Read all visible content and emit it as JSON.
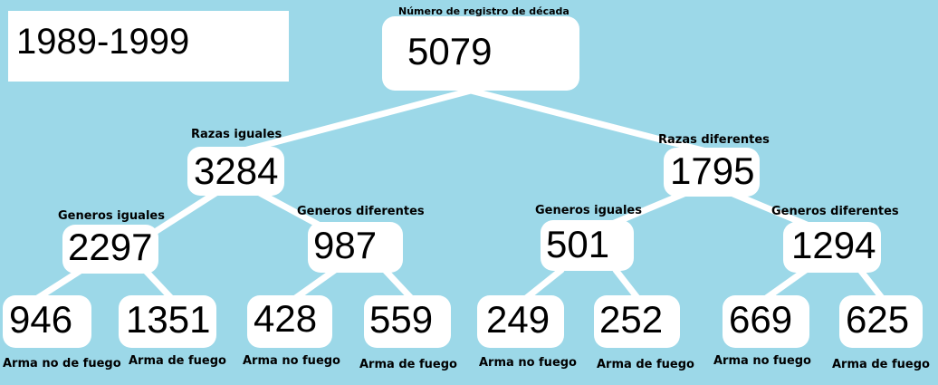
{
  "decade": "1989-1999",
  "root": {
    "label": "Número de registro de década",
    "value": "5079"
  },
  "level1": [
    {
      "label": "Razas iguales",
      "value": "3284"
    },
    {
      "label": "Razas diferentes",
      "value": "1795"
    }
  ],
  "level2": [
    {
      "label": "Generos iguales",
      "value": "2297"
    },
    {
      "label": "Generos diferentes",
      "value": "987"
    },
    {
      "label": "Generos iguales",
      "value": "501"
    },
    {
      "label": "Generos diferentes",
      "value": "1294"
    }
  ],
  "leaves": [
    {
      "label": "Arma no de fuego",
      "value": "946"
    },
    {
      "label": "Arma de fuego",
      "value": "1351"
    },
    {
      "label": "Arma no fuego",
      "value": "428"
    },
    {
      "label": "Arma de fuego",
      "value": "559"
    },
    {
      "label": "Arma no fuego",
      "value": "249"
    },
    {
      "label": "Arma de fuego",
      "value": "252"
    },
    {
      "label": "Arma no fuego",
      "value": "669"
    },
    {
      "label": "Arma de fuego",
      "value": "625"
    }
  ],
  "colors": {
    "background": "#9cd8e8",
    "node": "#ffffff",
    "connector": "#ffffff",
    "text": "#000000"
  }
}
